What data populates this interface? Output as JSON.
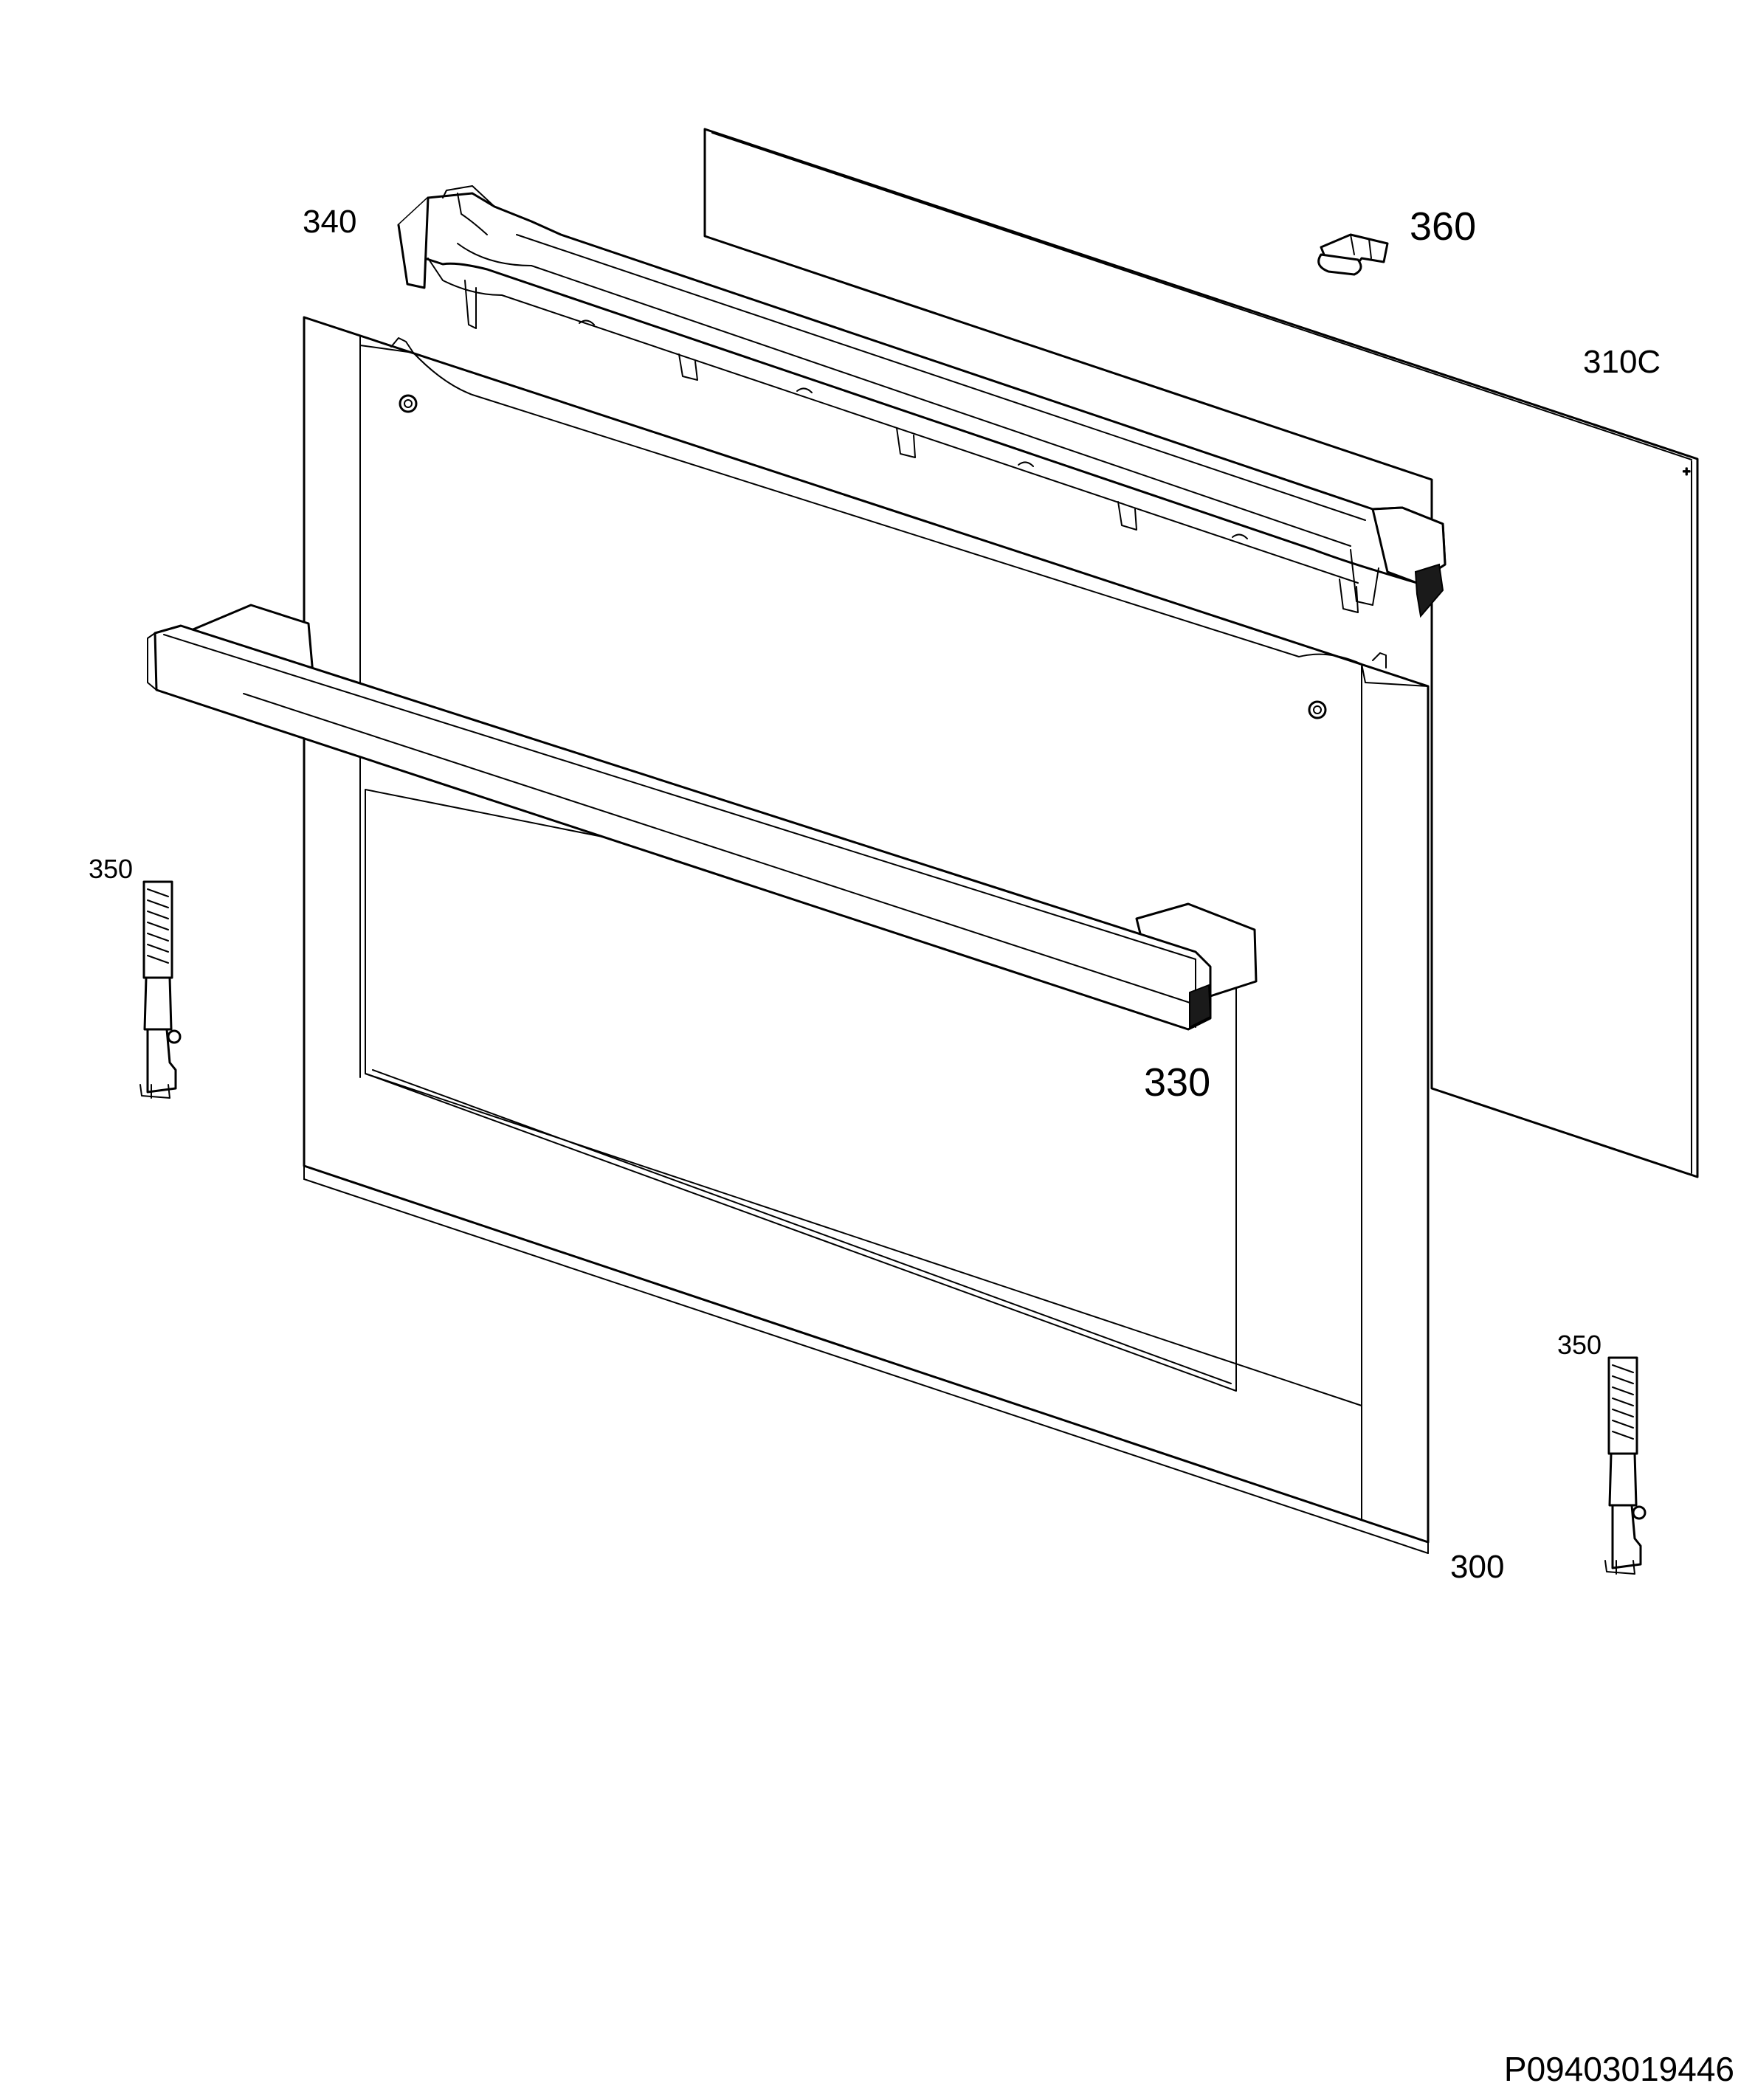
{
  "diagram": {
    "callouts": {
      "part_340": "340",
      "part_360": "360",
      "part_310c": "310C",
      "part_350_left": "350",
      "part_330": "330",
      "part_350_right": "350",
      "part_300": "300"
    },
    "drawing_code": "P09403019446"
  }
}
